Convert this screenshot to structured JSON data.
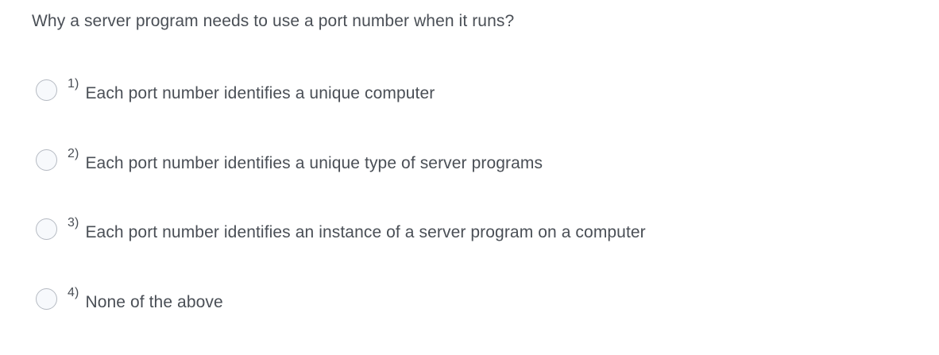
{
  "question": {
    "text": "Why a server program needs to use a port number when it runs?"
  },
  "options": [
    {
      "number": "1)",
      "label": "Each port number identifies a unique computer",
      "selected": false
    },
    {
      "number": "2)",
      "label": "Each port number identifies a unique type of server programs",
      "selected": false
    },
    {
      "number": "3)",
      "label": "Each port number identifies an instance of a server program on a computer",
      "selected": false
    },
    {
      "number": "4)",
      "label": "None of the above",
      "selected": false
    }
  ],
  "colors": {
    "background": "#ffffff",
    "text": "#4a4f56",
    "radio_border": "#b5bac2",
    "radio_fill": "#f7f9fc"
  }
}
